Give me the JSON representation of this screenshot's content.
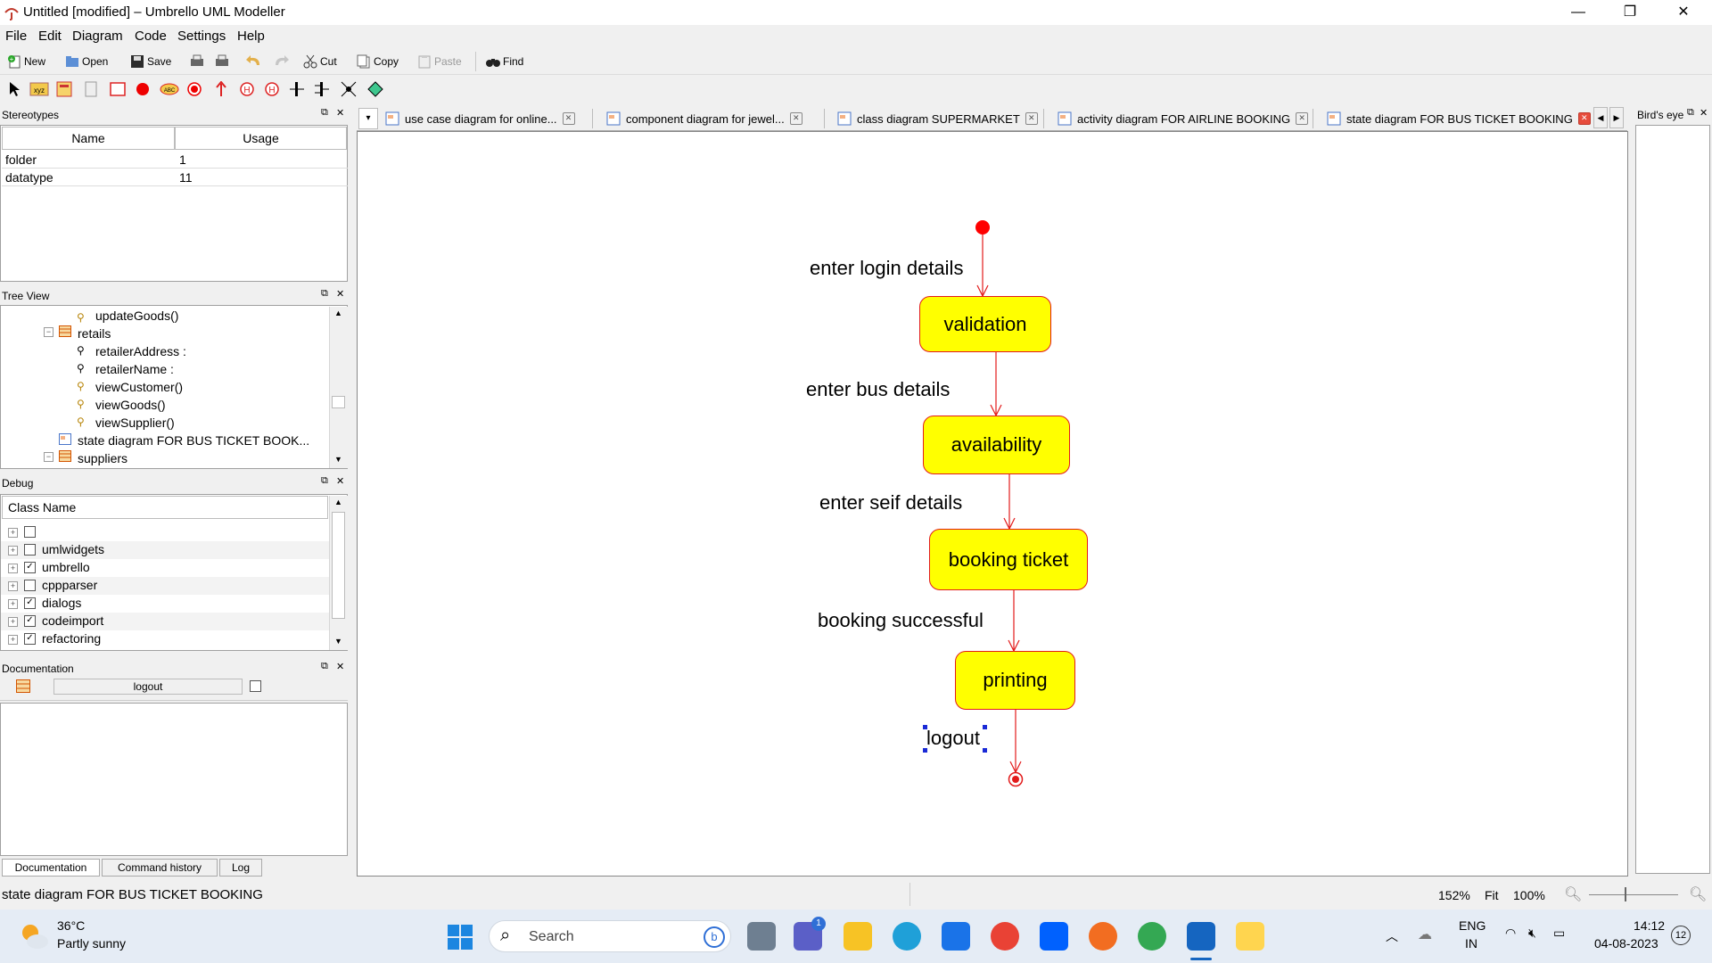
{
  "window": {
    "title": "Untitled [modified] – Umbrello UML Modeller",
    "minimize": "—",
    "restore": "❐",
    "close": "✕"
  },
  "menu": [
    "File",
    "Edit",
    "Diagram",
    "Code",
    "Settings",
    "Help"
  ],
  "toolbar": {
    "new": "New",
    "open": "Open",
    "save": "Save",
    "cut": "Cut",
    "copy": "Copy",
    "paste": "Paste",
    "find": "Find"
  },
  "stereotypes": {
    "title": "Stereotypes",
    "columns": [
      "Name",
      "Usage"
    ],
    "rows": [
      {
        "name": "folder",
        "usage": "1"
      },
      {
        "name": "datatype",
        "usage": "11"
      }
    ]
  },
  "tree_view": {
    "title": "Tree View",
    "items": [
      "updateGoods()",
      "retails",
      "retailerAddress :",
      "retailerName :",
      "viewCustomer()",
      "viewGoods()",
      "viewSupplier()",
      "state diagram FOR BUS TICKET BOOK...",
      "suppliers"
    ]
  },
  "debug": {
    "title": "Debug",
    "column": "Class Name",
    "rows": [
      {
        "label": "",
        "checked": false
      },
      {
        "label": "umlwidgets",
        "checked": false
      },
      {
        "label": "umbrello",
        "checked": true
      },
      {
        "label": "cppparser",
        "checked": false
      },
      {
        "label": "dialogs",
        "checked": true
      },
      {
        "label": "codeimport",
        "checked": true
      },
      {
        "label": "refactoring",
        "checked": true
      }
    ]
  },
  "documentation": {
    "title": "Documentation",
    "element_name": "logout",
    "tabs": [
      "Documentation",
      "Command history",
      "Log"
    ]
  },
  "tabs": [
    "use case diagram for online...",
    "component diagram for jewel...",
    "class diagram SUPERMARKET",
    "activity diagram FOR AIRLINE BOOKING",
    "state diagram FOR BUS TICKET BOOKING"
  ],
  "birds_eye": {
    "title": "Bird's eye"
  },
  "diagram": {
    "states": [
      "validation",
      "availability",
      "booking ticket",
      "printing"
    ],
    "transitions": [
      "enter login details",
      "enter bus details",
      "enter seif details",
      "booking successful",
      "logout"
    ],
    "colors": {
      "state_fill": "#ffff00",
      "state_border": "#e21b1b",
      "arrow": "#e21b1b",
      "initial": "#ff0000"
    }
  },
  "status": {
    "text": "state diagram FOR BUS TICKET BOOKING",
    "zoom": "152%",
    "fit": "Fit",
    "hundred": "100%"
  },
  "taskbar": {
    "weather_temp": "36°C",
    "weather_desc": "Partly sunny",
    "search": "Search",
    "lang": "ENG",
    "region": "IN",
    "time": "14:12",
    "date": "04-08-2023",
    "notif": "12"
  }
}
